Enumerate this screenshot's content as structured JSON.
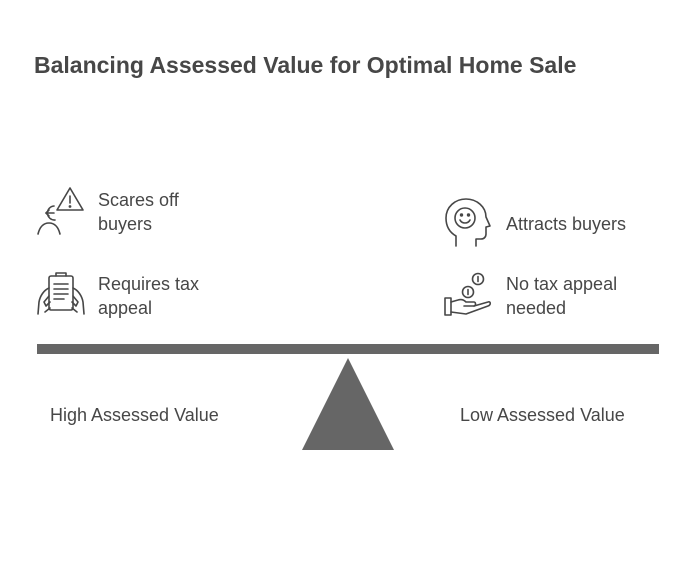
{
  "title": "Balancing Assessed Value for Optimal Home Sale",
  "left": {
    "label": "High Assessed Value",
    "items": [
      {
        "icon": "worried-person-warning-icon",
        "lines": [
          "Scares off",
          "buyers"
        ]
      },
      {
        "icon": "hands-holding-document-icon",
        "lines": [
          "Requires tax",
          "appeal"
        ]
      }
    ]
  },
  "right": {
    "label": "Low Assessed Value",
    "items": [
      {
        "icon": "smiling-head-icon",
        "lines": [
          "Attracts buyers"
        ]
      },
      {
        "icon": "hand-with-coins-icon",
        "lines": [
          "No tax appeal",
          "needed"
        ]
      }
    ]
  },
  "colors": {
    "text": "#474747",
    "beam": "#666666",
    "fulcrum": "#666666",
    "icon_stroke": "#474747"
  }
}
